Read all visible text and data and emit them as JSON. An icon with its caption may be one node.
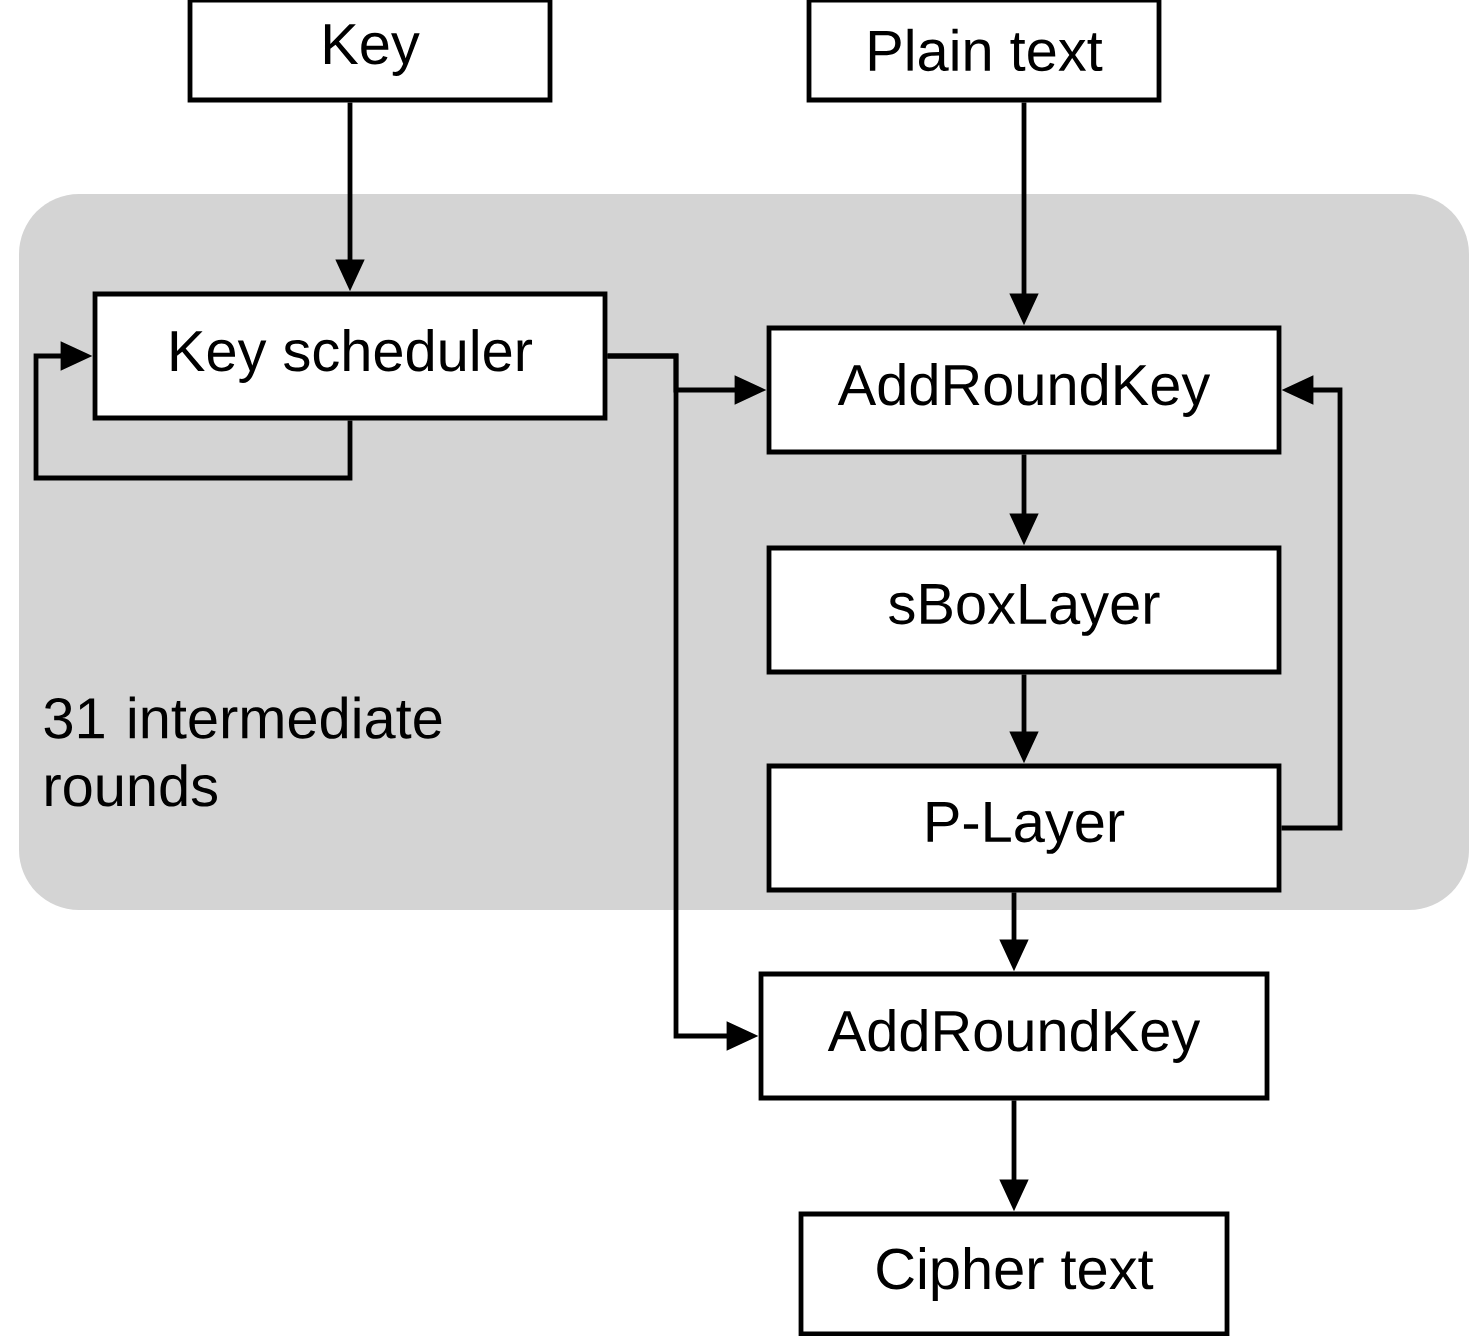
{
  "diagram": {
    "nodes": [
      {
        "text": [
          "Key"
        ]
      },
      {
        "text": [
          "Plain text"
        ]
      },
      {
        "text": [
          "31 intermediate rounds"
        ]
      },
      {
        "text": [
          "Key scheduler"
        ],
        "in": 2
      },
      {
        "text": [
          "AddRoundKey"
        ],
        "in": 2
      },
      {
        "text": [
          "sBoxLayer"
        ],
        "in": 2
      },
      {
        "text": [
          "P-Layer"
        ],
        "in": 2
      },
      {
        "text": [
          "AddRoundKey"
        ]
      },
      {
        "text": [
          "Cipher text"
        ]
      }
    ],
    "edges": [
      {
        "from": 0,
        "to": 3,
        "arrow": "to"
      },
      {
        "from": 1,
        "to": 4,
        "arrow": "to"
      },
      {
        "from": 3,
        "to": 3,
        "arrow": "to"
      },
      {
        "from": 3,
        "to": 4,
        "arrow": "to"
      },
      {
        "from": 3,
        "to": 7,
        "arrow": "to"
      },
      {
        "from": 4,
        "to": 5,
        "arrow": "to"
      },
      {
        "from": 5,
        "to": 6,
        "arrow": "to"
      },
      {
        "from": 6,
        "to": 4,
        "arrow": "to"
      },
      {
        "from": 6,
        "to": 7,
        "arrow": "to"
      },
      {
        "from": 7,
        "to": 8,
        "arrow": "to"
      }
    ]
  }
}
